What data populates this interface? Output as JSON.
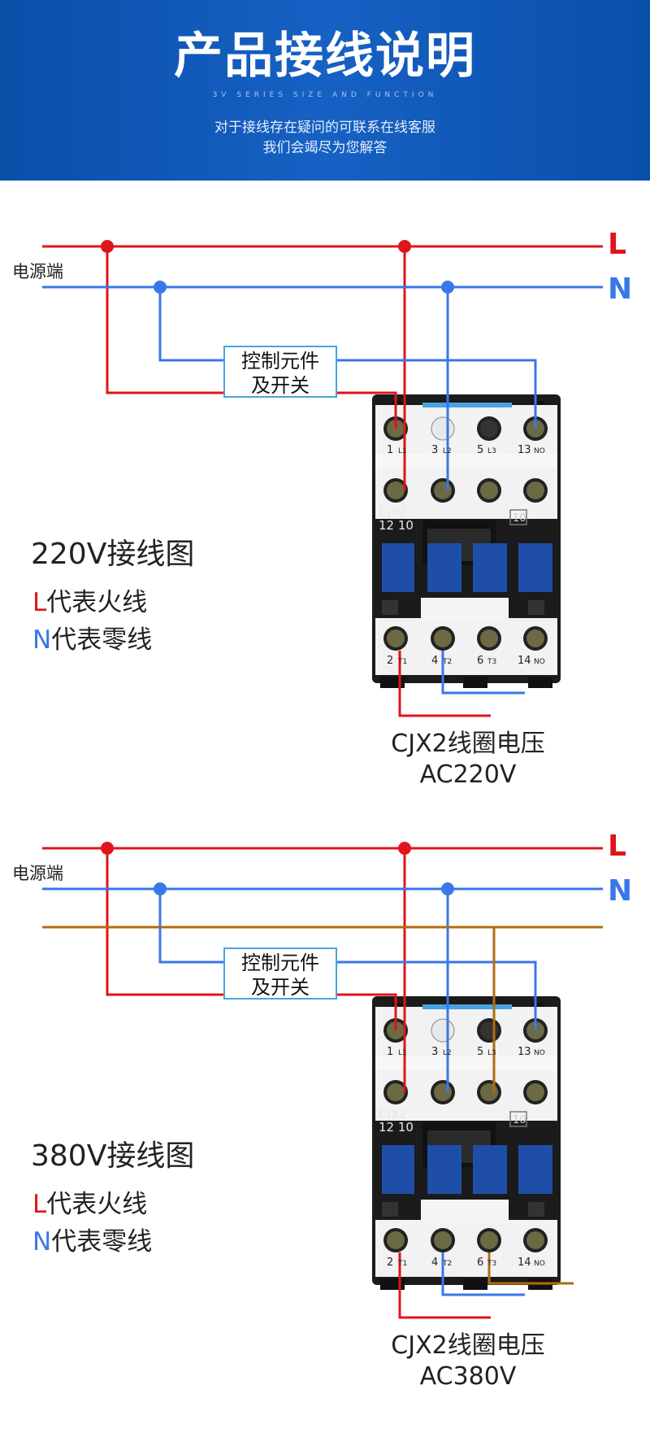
{
  "header": {
    "title": "产品接线说明",
    "subtitle": "3V SERIES SIZE AND FUNCTION",
    "line1": "对于接线存在疑问的可联系在线客服",
    "line2": "我们会竭尽为您解答"
  },
  "diagrams": [
    {
      "source_label": "电源端",
      "line_L": "L",
      "line_N": "N",
      "control_line1": "控制元件",
      "control_line2": "及开关",
      "title": "220V接线图",
      "legend_L_key": "L",
      "legend_L_text": "代表火线",
      "legend_N_key": "N",
      "legend_N_text": "代表零线",
      "coil_line1": "CJX2线圈电压",
      "coil_line2": "AC220V",
      "top_terminals": [
        {
          "num": "1",
          "sub": "L1"
        },
        {
          "num": "3",
          "sub": "L2"
        },
        {
          "num": "5",
          "sub": "L3"
        },
        {
          "num": "13",
          "sub": "NO"
        }
      ],
      "bottom_terminals": [
        {
          "num": "2",
          "sub": "T1"
        },
        {
          "num": "4",
          "sub": "T2"
        },
        {
          "num": "6",
          "sub": "T3"
        },
        {
          "num": "14",
          "sub": "NO"
        }
      ],
      "model_line1": "CJX2",
      "model_line2": "12 10",
      "model_code": "10"
    },
    {
      "source_label": "电源端",
      "line_L": "L",
      "line_N": "N",
      "control_line1": "控制元件",
      "control_line2": "及开关",
      "title": "380V接线图",
      "legend_L_key": "L",
      "legend_L_text": "代表火线",
      "legend_N_key": "N",
      "legend_N_text": "代表零线",
      "coil_line1": "CJX2线圈电压",
      "coil_line2": "AC380V",
      "top_terminals": [
        {
          "num": "1",
          "sub": "L1"
        },
        {
          "num": "3",
          "sub": "L2"
        },
        {
          "num": "5",
          "sub": "L3"
        },
        {
          "num": "13",
          "sub": "NO"
        }
      ],
      "bottom_terminals": [
        {
          "num": "2",
          "sub": "T1"
        },
        {
          "num": "4",
          "sub": "T2"
        },
        {
          "num": "6",
          "sub": "T3"
        },
        {
          "num": "14",
          "sub": "NO"
        }
      ],
      "model_line1": "CJX2",
      "model_line2": "12 10",
      "model_code": "10"
    }
  ],
  "colors": {
    "header_bg": "#0a4fa8",
    "live_wire": "#e0141b",
    "neutral_wire": "#3a77e8",
    "third_wire": "#b06c10",
    "control_border": "#4aa3e0"
  }
}
